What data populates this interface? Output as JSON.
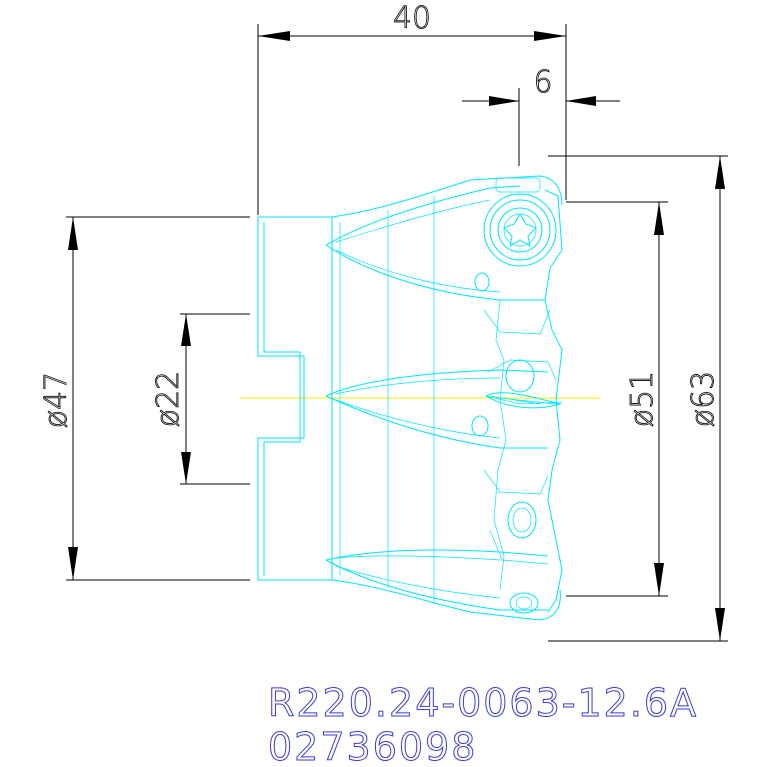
{
  "dimensions": {
    "width_40": "40",
    "width_6": "6",
    "dia_47": "ø47",
    "dia_22": "ø22",
    "dia_51": "ø51",
    "dia_63": "ø63"
  },
  "labels": {
    "product_code": "R220.24-0063-12.6A",
    "article_number": "02736098"
  },
  "colors": {
    "outline": "#00e5ff",
    "dimension": "#000000",
    "centerline": "#ffee00",
    "label": "#3a3adf"
  }
}
